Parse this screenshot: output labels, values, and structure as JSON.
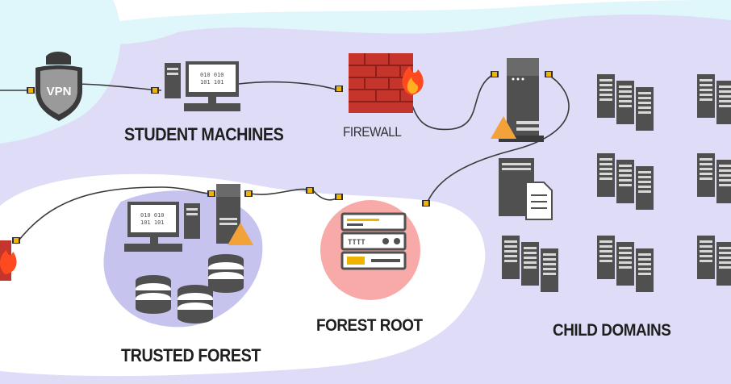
{
  "diagram": {
    "labels": {
      "vpn": "VPN",
      "student_machines": "STUDENT MACHINES",
      "firewall": "FIREWALL",
      "forest_root": "FOREST ROOT",
      "child_domains": "CHILD DOMAINS",
      "trusted_forest": "TRUSTED FOREST"
    },
    "colors": {
      "outer_zone": "#dff6fb",
      "lab_zone": "#dedcf7",
      "trusted_zone_inner": "#c6c3ee",
      "forest_root_circle": "#f8aaa8",
      "server_dark": "#505050",
      "firewall_brick": "#c6352b",
      "warning": "#f3a23a",
      "cable": "#3a3a3a"
    },
    "icons": [
      "vpn-shield-icon",
      "workstation-icon",
      "firewall-icon",
      "server-tower-icon",
      "warning-icon",
      "document-server-icon",
      "rack-server-icon",
      "database-icon",
      "server-cluster-icon"
    ]
  }
}
